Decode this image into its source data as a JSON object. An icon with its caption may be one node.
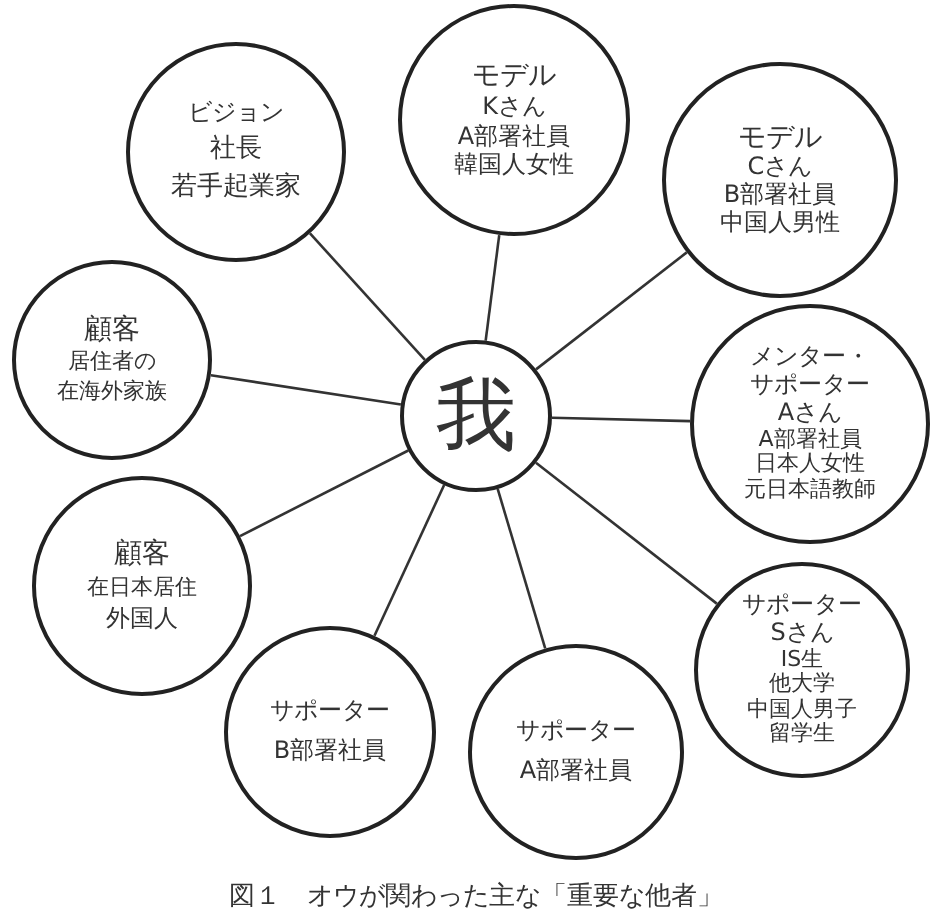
{
  "diagram": {
    "caption": "図１　オウが関わった主な「重要な他者」",
    "nodes": [
      {
        "text": [
          "ビジョン",
          "社長",
          "若手起業家"
        ]
      },
      {
        "text": [
          "モデル",
          "Kさん",
          "A部署社員",
          "韓国人女性"
        ]
      },
      {
        "text": [
          "モデル",
          "Cさん",
          "B部署社員",
          "中国人男性"
        ]
      },
      {
        "text": [
          "顧客",
          "居住者の",
          "在海外家族"
        ]
      },
      {
        "text": [
          "我"
        ]
      },
      {
        "text": [
          "メンター・",
          "サポーター",
          "Aさん",
          "A部署社員",
          "日本人女性",
          "元日本語教師"
        ]
      },
      {
        "text": [
          "顧客",
          "在日本居住",
          "外国人"
        ]
      },
      {
        "text": [
          "サポーター",
          "Sさん",
          "IS生",
          "他大学",
          "中国人男子",
          "留学生"
        ]
      },
      {
        "text": [
          "サポーター",
          "B部署社員"
        ]
      },
      {
        "text": [
          "サポーター",
          "A部署社員"
        ]
      }
    ],
    "edges": [
      {
        "from": 4,
        "to": 0,
        "arrow": "none"
      },
      {
        "from": 4,
        "to": 1,
        "arrow": "none"
      },
      {
        "from": 4,
        "to": 2,
        "arrow": "none"
      },
      {
        "from": 4,
        "to": 3,
        "arrow": "none"
      },
      {
        "from": 4,
        "to": 5,
        "arrow": "none"
      },
      {
        "from": 4,
        "to": 6,
        "arrow": "none"
      },
      {
        "from": 4,
        "to": 7,
        "arrow": "none"
      },
      {
        "from": 4,
        "to": 8,
        "arrow": "none"
      },
      {
        "from": 4,
        "to": 9,
        "arrow": "none"
      }
    ]
  }
}
